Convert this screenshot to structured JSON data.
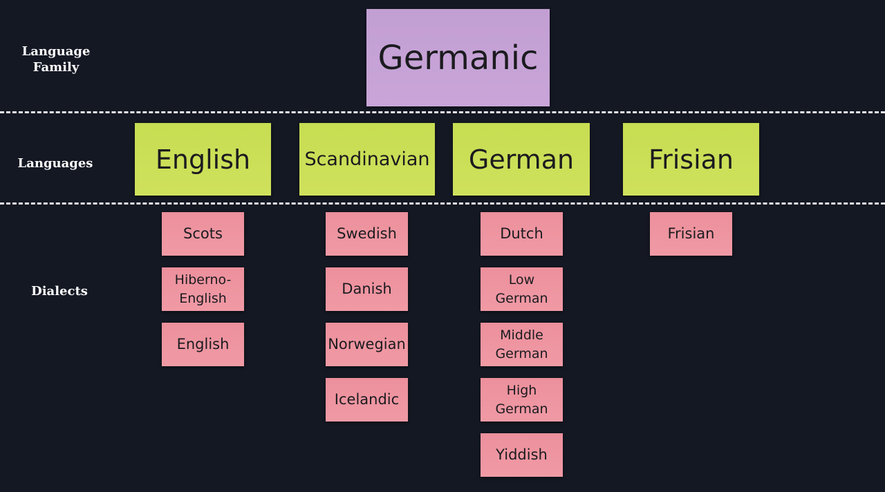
{
  "row_labels": {
    "family": "Language\nFamily",
    "languages": "Languages",
    "dialects": "Dialects"
  },
  "family": {
    "label": "Germanic",
    "color": "#c4a2d6"
  },
  "languages": [
    {
      "label": "English"
    },
    {
      "label": "Scandinavian"
    },
    {
      "label": "German"
    },
    {
      "label": "Frisian"
    }
  ],
  "language_color": "#cbdf57",
  "dialect_color": "#ee95a0",
  "dialects": {
    "english": [
      "Scots",
      "Hiberno-\nEnglish",
      "English"
    ],
    "scandinavian": [
      "Swedish",
      "Danish",
      "Norwegian",
      "Icelandic"
    ],
    "german": [
      "Dutch",
      "Low\nGerman",
      "Middle\nGerman",
      "High\nGerman",
      "Yiddish"
    ],
    "frisian": [
      "Frisian"
    ]
  }
}
